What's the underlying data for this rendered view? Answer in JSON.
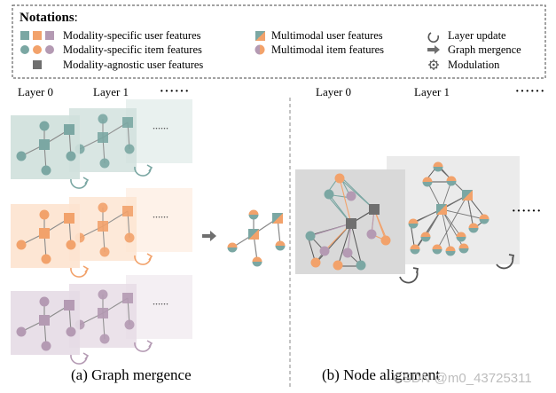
{
  "legend": {
    "title": "Notations",
    "title_suffix": ":",
    "items": {
      "ms_user": "Modality-specific user features",
      "ms_item": "Modality-specific item features",
      "ma_user": "Modality-agnostic user features",
      "mm_user": "Multimodal user features",
      "mm_item": "Multimodal item features",
      "layer_update": "Layer update",
      "graph_mergence": "Graph mergence",
      "modulation": "Modulation"
    }
  },
  "panel_a": {
    "layer0": "Layer 0",
    "layer1": "Layer 1",
    "more": "······",
    "caption": "(a) Graph mergence"
  },
  "panel_b": {
    "layer0": "Layer 0",
    "layer1": "Layer 1",
    "more": "······",
    "caption": "(b) Node alignment"
  },
  "watermark": "CSDN @m0_43725311",
  "colors": {
    "teal": "#7ba7a3",
    "orange": "#f2a26b",
    "purple": "#b49ab3",
    "gray_node": "#6f6f6f",
    "teal_bg": "#cfe0dc",
    "orange_bg": "#fde3cf",
    "purple_bg": "#e6dbe5",
    "gray_bg": "#e2e2e2"
  }
}
